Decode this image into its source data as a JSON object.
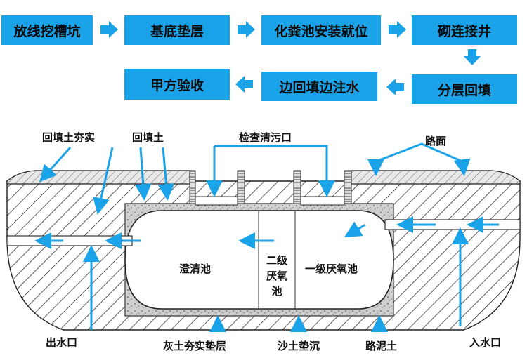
{
  "flow": {
    "steps": [
      {
        "id": "step-1",
        "label": "放线挖槽坑"
      },
      {
        "id": "step-2",
        "label": "基底垫层"
      },
      {
        "id": "step-3",
        "label": "化粪池安装就位"
      },
      {
        "id": "step-4",
        "label": "砌连接井"
      },
      {
        "id": "step-5",
        "label": "分层回填"
      },
      {
        "id": "step-6",
        "label": "边回填边注水"
      },
      {
        "id": "step-7",
        "label": "甲方验收"
      }
    ]
  },
  "diagram": {
    "labels": {
      "backfill_compact": "回填土夯实",
      "backfill": "回填土",
      "inspection_port": "检查清污口",
      "road_surface": "路面",
      "clear_tank": "澄清池",
      "second_anaerobic": "二级厌氧池",
      "second_anaerobic_lines": [
        "二级",
        "厌氧",
        "池"
      ],
      "first_anaerobic": "一级厌氧池",
      "outlet": "出水口",
      "lime_soil": "灰土夯实垫层",
      "sand_cushion": "沙土垫沉",
      "road_soil": "路泥土",
      "inlet": "入水口"
    },
    "colors": {
      "accent": "#1aa3e8",
      "hatch": "#333333",
      "concrete": "#c8c8c8"
    }
  }
}
